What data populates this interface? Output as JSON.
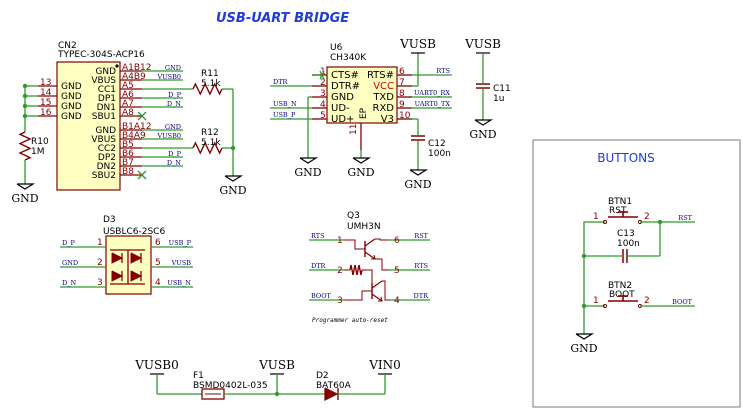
{
  "title": "USB-UART BRIDGE",
  "colors": {
    "wire": "#2f9a2f",
    "body": "#840000",
    "body_fill": "#ffffc2",
    "pin": "#840000",
    "pin_num": "#840000",
    "ref": "#000000",
    "net": "#000084",
    "title": "#1d3dd6",
    "box": "#7a7a7a",
    "vcc": "#cc0000"
  },
  "cn2": {
    "ref": "CN2",
    "value": "TYPEC-304S-ACP16",
    "left_pins": [
      {
        "num": "13",
        "name": "GND"
      },
      {
        "num": "14",
        "name": "GND"
      },
      {
        "num": "15",
        "name": "GND"
      },
      {
        "num": "16",
        "name": "GND"
      }
    ],
    "right_top": [
      {
        "num": "A1B12",
        "name": "GND"
      },
      {
        "num": "A4B9",
        "name": "VBUS"
      },
      {
        "num": "A5",
        "name": "CC1"
      },
      {
        "num": "A6",
        "name": "DP1"
      },
      {
        "num": "A7",
        "name": "DN1"
      },
      {
        "num": "A8",
        "name": "SBU1"
      }
    ],
    "right_bot": [
      {
        "num": "B1A12",
        "name": "GND"
      },
      {
        "num": "B4A9",
        "name": "VBUS"
      },
      {
        "num": "B5",
        "name": "CC2"
      },
      {
        "num": "B6",
        "name": "DP2"
      },
      {
        "num": "B7",
        "name": "DN2"
      },
      {
        "num": "B8",
        "name": "SBU2"
      }
    ],
    "net_top": [
      "GND",
      "VUSB0",
      "",
      "D_P",
      "D_N",
      ""
    ],
    "net_bot": [
      "GND",
      "VUSB0",
      "",
      "D_P",
      "D_N",
      ""
    ]
  },
  "r10": {
    "ref": "R10",
    "value": "1M"
  },
  "r11": {
    "ref": "R11",
    "value": "5.1k"
  },
  "r12": {
    "ref": "R12",
    "value": "5.1k"
  },
  "u6": {
    "ref": "U6",
    "value": "CH340K",
    "left": [
      {
        "num": "1",
        "name": "CTS#"
      },
      {
        "num": "2",
        "name": "DTR#"
      },
      {
        "num": "3",
        "name": "GND"
      },
      {
        "num": "4",
        "name": "UD-"
      },
      {
        "num": "5",
        "name": "UD+"
      }
    ],
    "right": [
      {
        "num": "6",
        "name": "RTS#"
      },
      {
        "num": "7",
        "name": "VCC"
      },
      {
        "num": "8",
        "name": "TXD"
      },
      {
        "num": "9",
        "name": "RXD"
      },
      {
        "num": "10",
        "name": "V3"
      }
    ],
    "bottom": {
      "num": "11",
      "name": "EP"
    },
    "net_left": [
      "",
      "DTR",
      "",
      "USB_N",
      "USB_P"
    ],
    "net_right": [
      "RTS",
      "",
      "UART0_RX",
      "UART0_TX",
      ""
    ]
  },
  "c11": {
    "ref": "C11",
    "value": "1u"
  },
  "c12": {
    "ref": "C12",
    "value": "100n"
  },
  "c13": {
    "ref": "C13",
    "value": "100n"
  },
  "d3": {
    "ref": "D3",
    "value": "USBLC6-2SC6",
    "left": [
      {
        "num": "1",
        "net": "D_P"
      },
      {
        "num": "2",
        "net": "GND"
      },
      {
        "num": "3",
        "net": "D_N"
      }
    ],
    "right": [
      {
        "num": "6",
        "net": "USB_P"
      },
      {
        "num": "5",
        "net": "VUSB"
      },
      {
        "num": "4",
        "net": "USB_N"
      }
    ]
  },
  "q3": {
    "ref": "Q3",
    "value": "UMH3N",
    "caption": "Programmer auto-reset",
    "left": [
      {
        "num": "1",
        "net": "RTS"
      },
      {
        "num": "2",
        "net": "DTR"
      },
      {
        "num": "3",
        "net": "BOOT"
      }
    ],
    "right": [
      {
        "num": "6",
        "net": "RST"
      },
      {
        "num": "5",
        "net": "RTS"
      },
      {
        "num": "4",
        "net": "DTR"
      }
    ]
  },
  "buttons": {
    "title": "BUTTONS",
    "btn1": {
      "ref": "BTN1",
      "value": "RST",
      "pin1": "1",
      "pin2": "2",
      "net": "RST"
    },
    "btn2": {
      "ref": "BTN2",
      "value": "BOOT",
      "pin1": "1",
      "pin2": "2",
      "net": "BOOT"
    }
  },
  "f1": {
    "ref": "F1",
    "value": "BSMD0402L-035"
  },
  "d2": {
    "ref": "D2",
    "value": "BAT60A"
  },
  "power": {
    "vusb": "VUSB",
    "vusb0": "VUSB0",
    "vin0": "VIN0",
    "gnd": "GND"
  }
}
